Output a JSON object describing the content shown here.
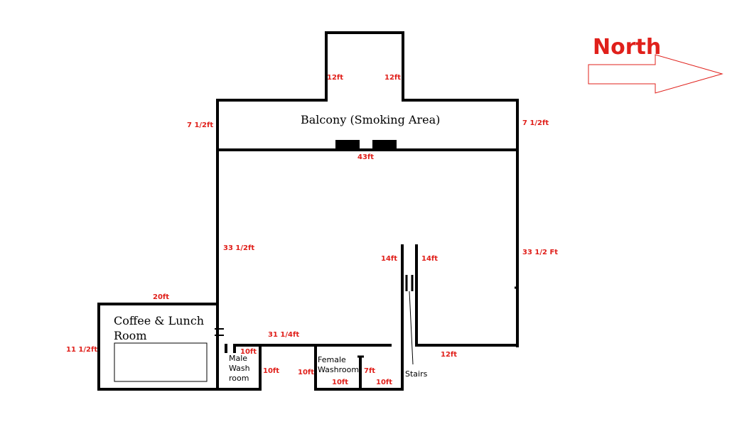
{
  "compass": {
    "label": "North",
    "arrow_color": "#e0201b"
  },
  "rooms": {
    "balcony": "Balcony (Smoking Area)",
    "coffee_line1": "Coffee & Lunch",
    "coffee_line2": "Room",
    "male_line1": "Male",
    "male_line2": "Wash",
    "male_line3": "room",
    "female_line1": "Female",
    "female_line2": "Washroom",
    "stairs": "Stairs"
  },
  "dimensions": {
    "balcony_ext_left": "12ft",
    "balcony_ext_right": "12ft",
    "balcony_left": "7 1/2ft",
    "balcony_right": "7 1/2ft",
    "main_width": "43ft",
    "main_left": "33 1/2ft",
    "main_right": "33 1/2 Ft",
    "stairs_left": "14ft",
    "stairs_right": "14ft",
    "coffee_width": "20ft",
    "coffee_height": "11 1/2ft",
    "inner_wall": "31 1/4ft",
    "male_width": "10ft",
    "male_height": "10ft",
    "female_left": "10ft",
    "female_stall": "7ft",
    "female_bottom_left": "10ft",
    "female_bottom_right": "10ft",
    "stairs_bottom": "12ft"
  },
  "colors": {
    "dimension_text": "#e0201b",
    "walls": "#000000"
  }
}
